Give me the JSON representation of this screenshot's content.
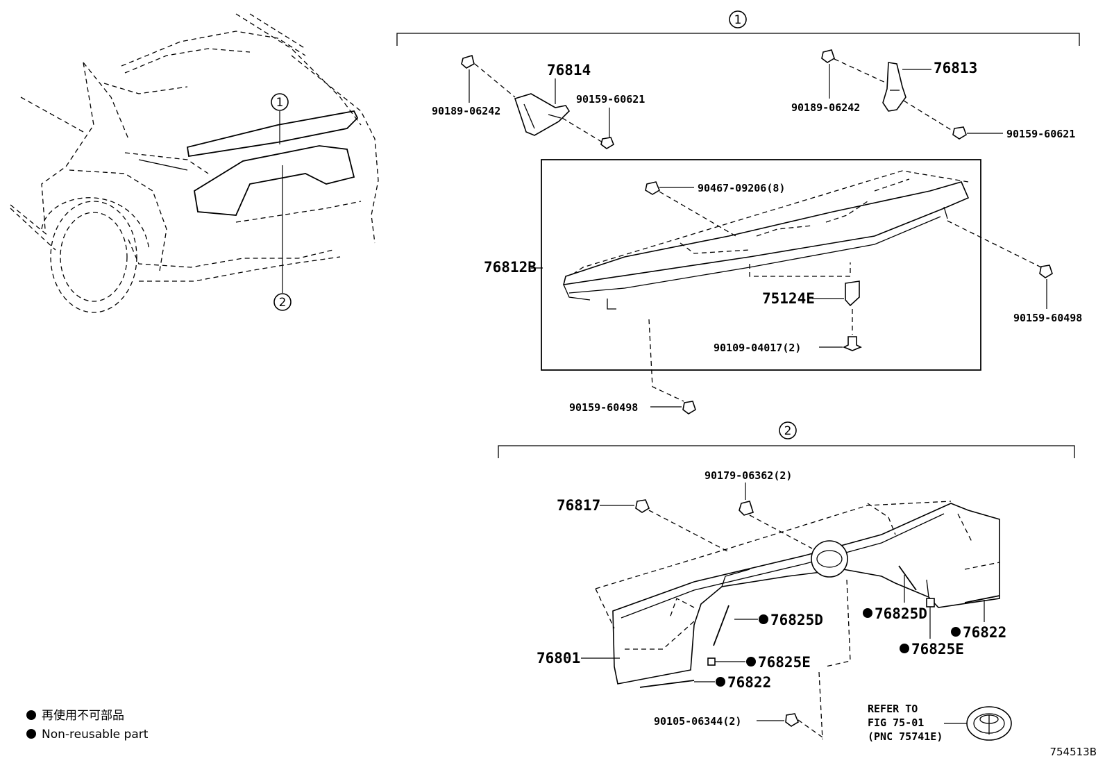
{
  "callouts": {
    "group1": "1",
    "group2": "2"
  },
  "parts": {
    "p76814": "76814",
    "p76813": "76813",
    "p90189_a": "90189-06242",
    "p90189_b": "90189-06242",
    "p90159_60621_a": "90159-60621",
    "p90159_60621_b": "90159-60621",
    "p90467": "90467-09206(8)",
    "p76812B": "76812B",
    "p75124E": "75124E",
    "p90109": "90109-04017(2)",
    "p90159_60498_a": "90159-60498",
    "p90159_60498_b": "90159-60498",
    "p90179": "90179-06362(2)",
    "p76817": "76817",
    "p76801": "76801",
    "p76825D_a": "76825D",
    "p76825D_b": "76825D",
    "p76825E_a": "76825E",
    "p76825E_b": "76825E",
    "p76822_a": "76822",
    "p76822_b": "76822",
    "p90105": "90105-06344(2)"
  },
  "refer": {
    "line1": "REFER TO",
    "line2": "FIG 75-01",
    "line3": "(PNC 75741E)"
  },
  "legend": {
    "line_jp": "再使用不可部品",
    "line_en": "Non-reusable part"
  },
  "figure_id": "754513B"
}
